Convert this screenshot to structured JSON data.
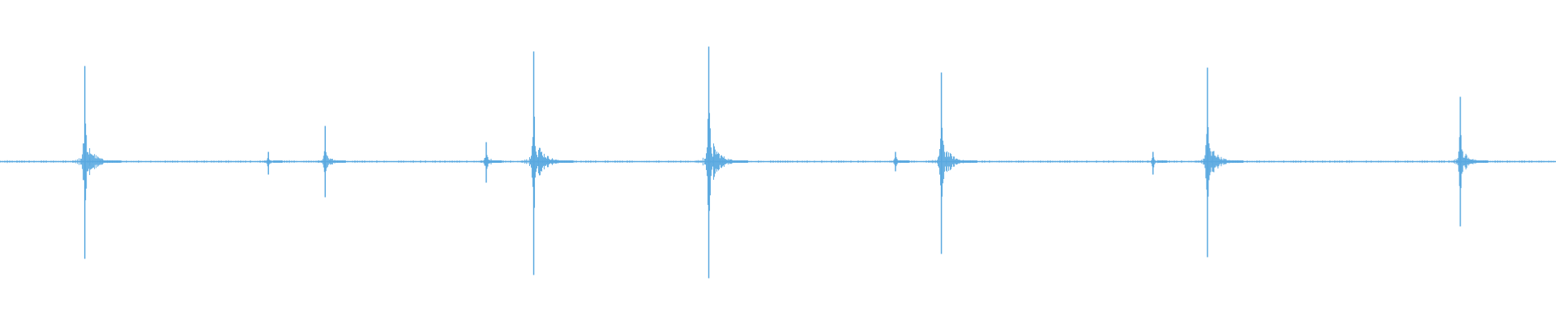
{
  "waveform": {
    "color": "#5aa9e0",
    "peaks": [
      {
        "time_fraction": 0.0545,
        "amplitude_up": 0.59,
        "amplitude_down": 0.6,
        "tail": 0.02
      },
      {
        "time_fraction": 0.1725,
        "amplitude_up": 0.06,
        "amplitude_down": 0.08,
        "tail": 0.006
      },
      {
        "time_fraction": 0.209,
        "amplitude_up": 0.22,
        "amplitude_down": 0.22,
        "tail": 0.01
      },
      {
        "time_fraction": 0.3125,
        "amplitude_up": 0.12,
        "amplitude_down": 0.13,
        "tail": 0.007
      },
      {
        "time_fraction": 0.343,
        "amplitude_up": 0.68,
        "amplitude_down": 0.7,
        "tail": 0.022
      },
      {
        "time_fraction": 0.4555,
        "amplitude_up": 0.71,
        "amplitude_down": 0.72,
        "tail": 0.022
      },
      {
        "time_fraction": 0.5755,
        "amplitude_up": 0.06,
        "amplitude_down": 0.06,
        "tail": 0.006
      },
      {
        "time_fraction": 0.605,
        "amplitude_up": 0.55,
        "amplitude_down": 0.57,
        "tail": 0.02
      },
      {
        "time_fraction": 0.741,
        "amplitude_up": 0.06,
        "amplitude_down": 0.08,
        "tail": 0.006
      },
      {
        "time_fraction": 0.776,
        "amplitude_up": 0.58,
        "amplitude_down": 0.59,
        "tail": 0.02
      },
      {
        "time_fraction": 0.9385,
        "amplitude_up": 0.4,
        "amplitude_down": 0.4,
        "tail": 0.015
      }
    ]
  }
}
